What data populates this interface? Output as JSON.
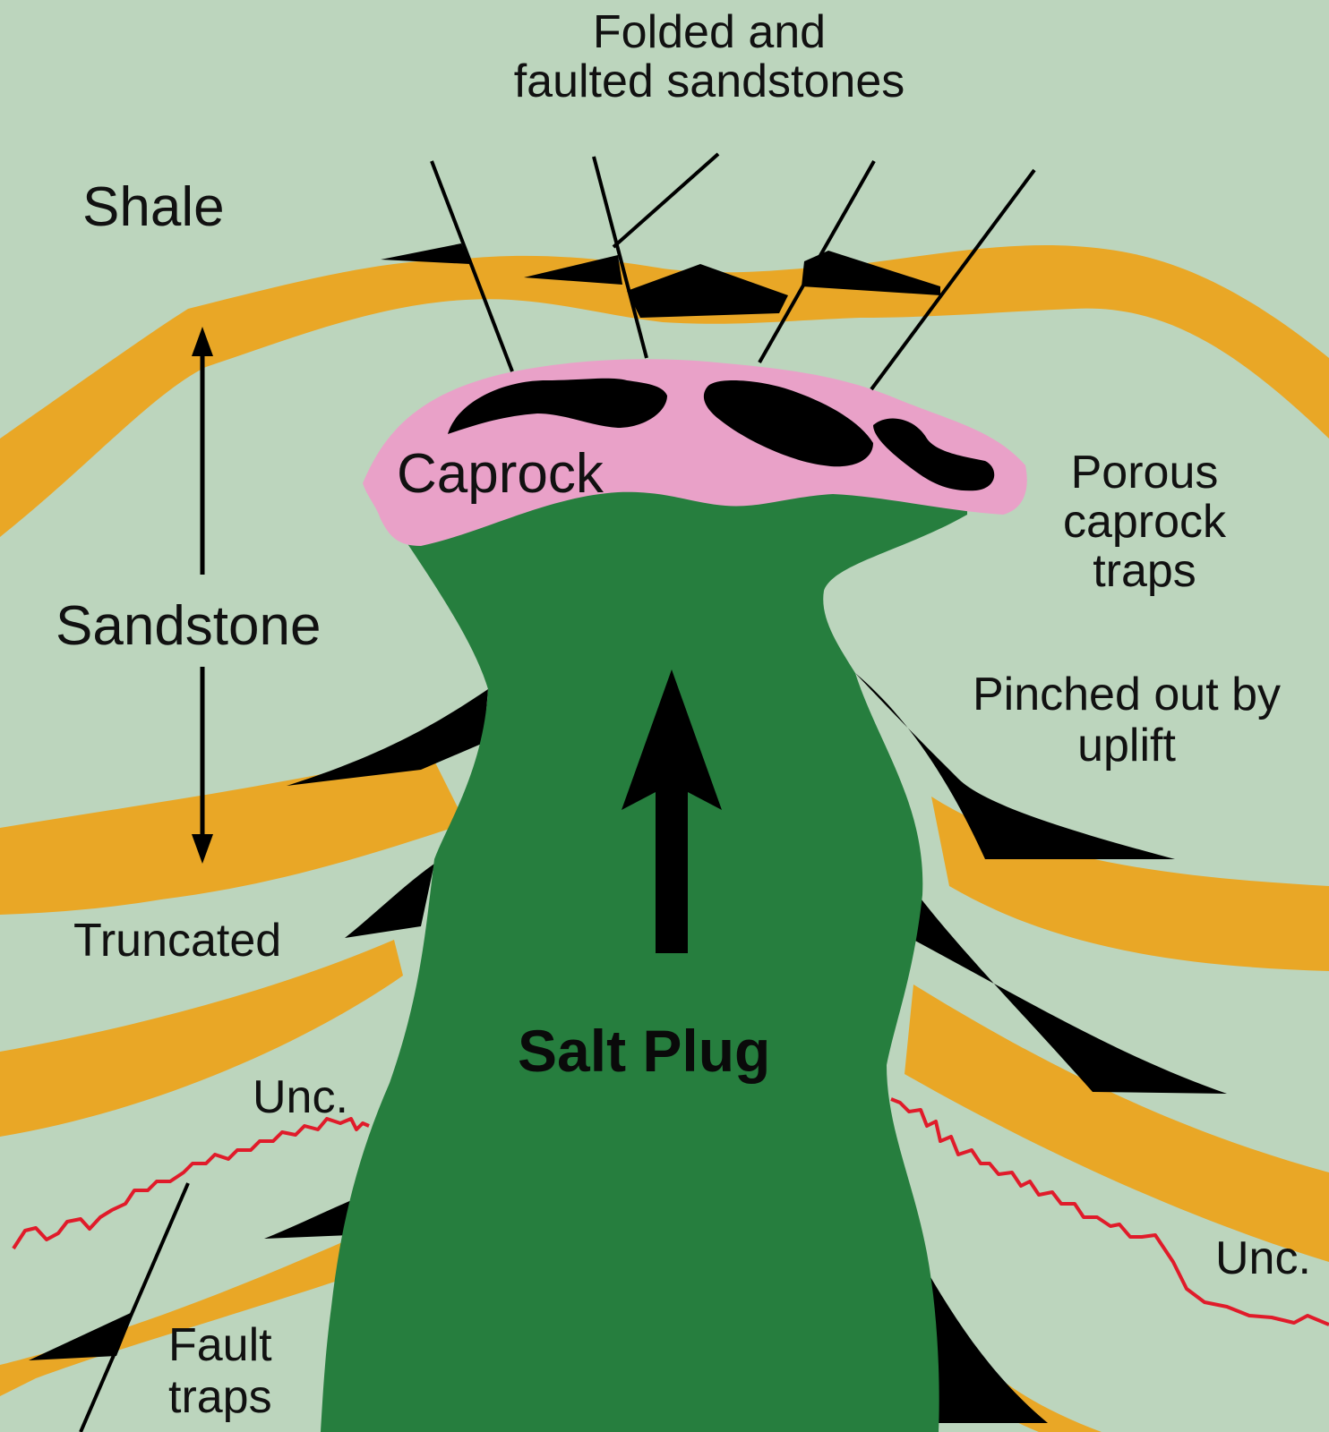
{
  "diagram": {
    "labels": {
      "folded_line1": "Folded and",
      "folded_line2": "faulted sandstones",
      "shale": "Shale",
      "sandstone": "Sandstone",
      "caprock": "Caprock",
      "porous_line1": "Porous",
      "porous_line2": "caprock",
      "porous_line3": "traps",
      "pinched_line1": "Pinched out by",
      "pinched_line2": "uplift",
      "truncated": "Truncated",
      "salt_plug": "Salt Plug",
      "unc_left": "Unc.",
      "unc_right": "Unc.",
      "fault_line1": "Fault",
      "fault_line2": "traps"
    },
    "colors": {
      "shale": "#bcd5bd",
      "sandstone": "#e9a726",
      "trap": "#000000",
      "salt": "#267e3e",
      "caprock": "#e9a1c8",
      "unconformity": "#e01b2a",
      "line": "#000000"
    }
  }
}
